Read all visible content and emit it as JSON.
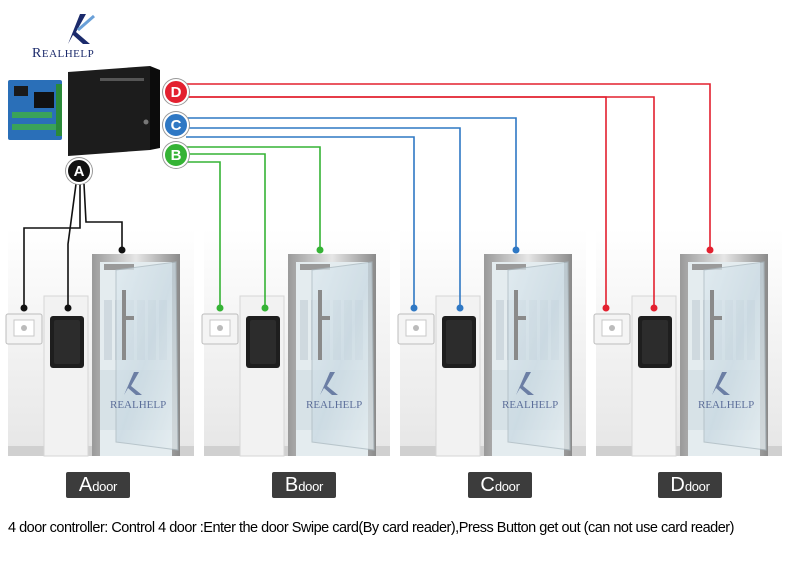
{
  "brand": {
    "initial": "R",
    "rest": "EALHELP",
    "watermark": "REALHELP"
  },
  "badges": [
    {
      "letter": "D",
      "color": "#e3202f"
    },
    {
      "letter": "C",
      "color": "#2f78c4"
    },
    {
      "letter": "B",
      "color": "#35b335"
    },
    {
      "letter": "A",
      "color": "#111111"
    }
  ],
  "doors": [
    {
      "letter": "A",
      "word": "door",
      "wire_color": "#111111"
    },
    {
      "letter": "B",
      "word": "door",
      "wire_color": "#35b335"
    },
    {
      "letter": "C",
      "word": "door",
      "wire_color": "#2f78c4"
    },
    {
      "letter": "D",
      "word": "door",
      "wire_color": "#e3202f"
    }
  ],
  "caption": "4 door controller: Control 4 door  :Enter the door Swipe card(By card reader),Press Button  get out (can not  use card reader)"
}
